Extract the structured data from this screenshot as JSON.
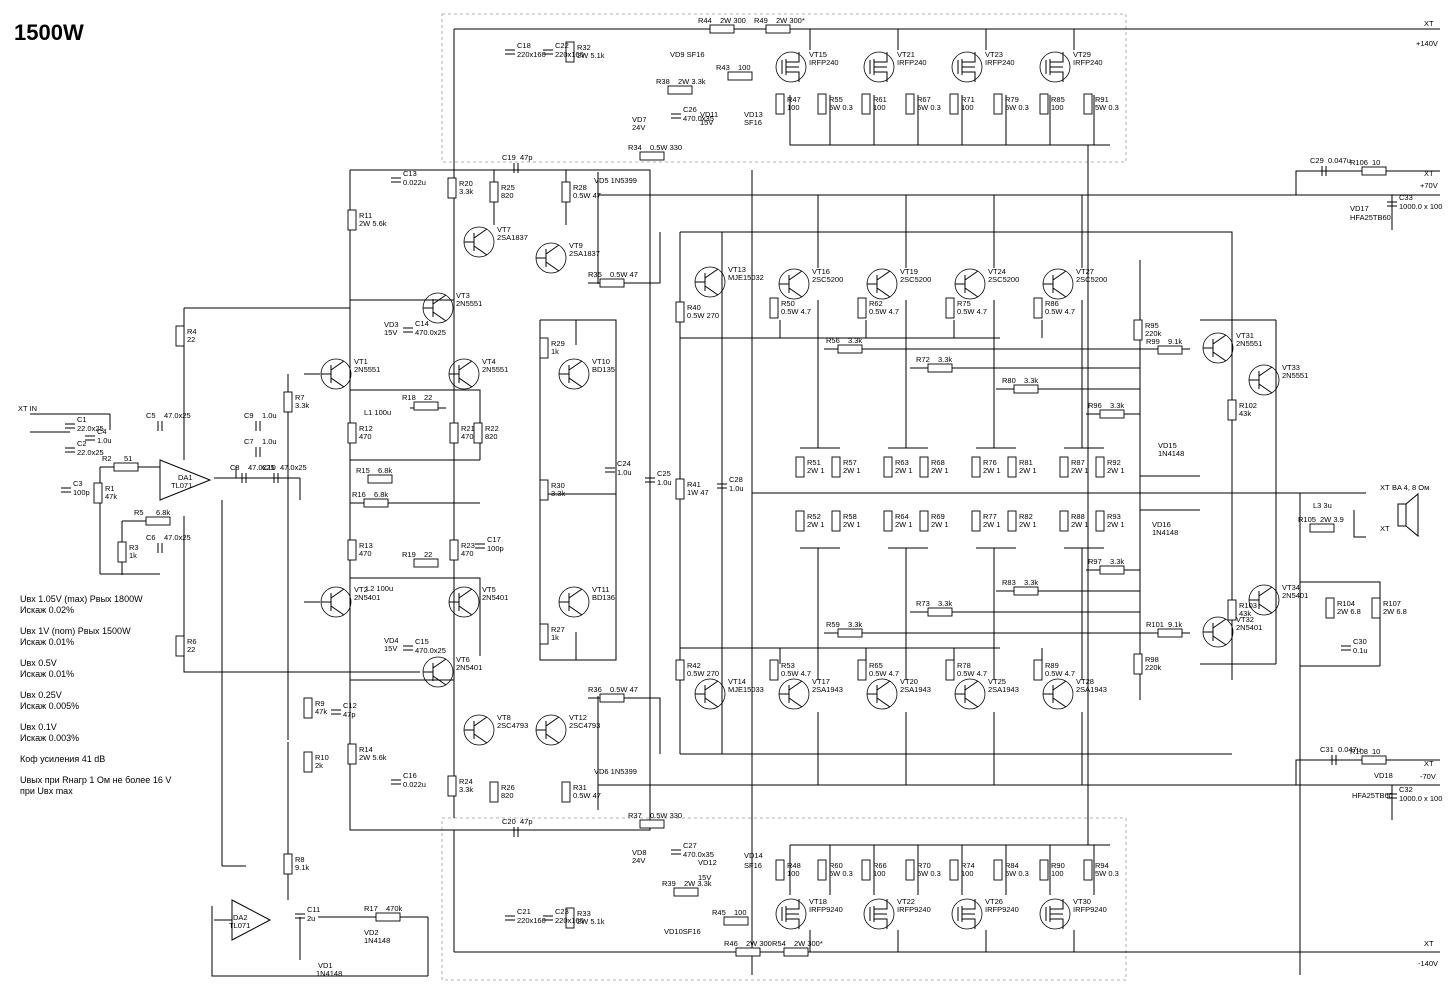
{
  "title": "1500W",
  "specs": [
    "Uвх 1.05V (max) Pвых 1800W",
    "Искаж 0.02%",
    "Uвх 1V (nom) Pвых 1500W",
    "Искаж 0.01%",
    "Uвх 0.5V",
    "Искаж 0.01%",
    "Uвх 0.25V",
    "Искаж 0.005%",
    "Uвх 0.1V",
    "Искаж 0.003%",
    "Коф усиления 41 dB",
    "Uвых при Rнагр 1 Ом не более 16 V",
    "при Uвх max"
  ],
  "rails": {
    "p140": [
      "XT",
      "+140V"
    ],
    "m140": [
      "XT",
      "-140V"
    ],
    "p70": [
      "XT",
      "+70V"
    ],
    "m70": [
      "XT",
      "-70V"
    ],
    "input": "XT IN",
    "speaker": [
      "XT",
      "BA 4, 8 Ом",
      "XT"
    ]
  },
  "diodes": [
    [
      "VD9 SF16",
      670,
      57
    ],
    [
      "VD7",
      632,
      122
    ],
    [
      "24V",
      632,
      130
    ],
    [
      "VD11",
      700,
      117
    ],
    [
      "15V",
      700,
      125
    ],
    [
      "VD13",
      744,
      117
    ],
    [
      "SF16",
      744,
      125
    ],
    [
      "VD5 1N5399",
      594,
      183
    ],
    [
      "VD6 1N5399",
      594,
      774
    ],
    [
      "VD3",
      384,
      327
    ],
    [
      "15V",
      384,
      335
    ],
    [
      "VD4",
      384,
      643
    ],
    [
      "15V",
      384,
      651
    ],
    [
      "VD17",
      1350,
      211
    ],
    [
      "HFA25TB60",
      1350,
      220
    ],
    [
      "VD18",
      1374,
      778
    ],
    [
      "HFA25TB60",
      1352,
      798
    ],
    [
      "VD15",
      1158,
      448
    ],
    [
      "1N4148",
      1158,
      456
    ],
    [
      "VD16",
      1152,
      527
    ],
    [
      "1N4148",
      1152,
      535
    ],
    [
      "VD8",
      632,
      855
    ],
    [
      "24V",
      632,
      863
    ],
    [
      "VD12",
      698,
      865
    ],
    [
      "15V",
      698,
      880
    ],
    [
      "VD14",
      744,
      858
    ],
    [
      "SF16",
      744,
      868
    ],
    [
      "VD10SF16",
      664,
      934
    ],
    [
      "VD1",
      318,
      968
    ],
    [
      "1N4148",
      316,
      976
    ],
    [
      "VD2",
      364,
      935
    ],
    [
      "1N4148",
      364,
      943
    ]
  ],
  "chips": [
    [
      "DA1",
      178,
      480
    ],
    [
      "TL071",
      171,
      488
    ],
    [
      "DA2",
      233,
      920
    ],
    [
      "TL071",
      229,
      928
    ]
  ],
  "misc": [
    [
      "L3 3u",
      1313,
      508
    ],
    [
      "L1 100u",
      364,
      415
    ],
    [
      "L2 100u",
      366,
      591
    ]
  ],
  "resistors": [
    [
      722,
      29,
      "h",
      "R44",
      "2W 300"
    ],
    [
      778,
      29,
      "h",
      "R49",
      "2W 300*"
    ],
    [
      570,
      52,
      "v",
      "R32",
      "2W 5.1k"
    ],
    [
      740,
      76,
      "h",
      "R43",
      "100"
    ],
    [
      680,
      90,
      "h",
      "R38",
      "2W 3.3k"
    ],
    [
      780,
      104,
      "v",
      "R47",
      "100"
    ],
    [
      822,
      104,
      "v",
      "R55",
      "5W 0.3"
    ],
    [
      866,
      104,
      "v",
      "R61",
      "100"
    ],
    [
      910,
      104,
      "v",
      "R67",
      "5W 0.3"
    ],
    [
      954,
      104,
      "v",
      "R71",
      "100"
    ],
    [
      998,
      104,
      "v",
      "R79",
      "5W 0.3"
    ],
    [
      1044,
      104,
      "v",
      "R85",
      "100"
    ],
    [
      1088,
      104,
      "v",
      "R91",
      "5W 0.3"
    ],
    [
      652,
      156,
      "h",
      "R34",
      "0.5W 330"
    ],
    [
      452,
      188,
      "v",
      "R20",
      "3.3k"
    ],
    [
      494,
      192,
      "v",
      "R25",
      "820"
    ],
    [
      566,
      192,
      "v",
      "R28",
      "0.5W 47"
    ],
    [
      352,
      220,
      "v",
      "R11",
      "2W 5.6k"
    ],
    [
      612,
      283,
      "h",
      "R35",
      "0.5W 47"
    ],
    [
      180,
      336,
      "v",
      "R4",
      "22"
    ],
    [
      544,
      348,
      "v",
      "R29",
      "1k"
    ],
    [
      680,
      312,
      "v",
      "R40",
      "0.5W 270"
    ],
    [
      774,
      308,
      "v",
      "R50",
      "0.5W 4.7"
    ],
    [
      862,
      308,
      "v",
      "R62",
      "0.5W 4.7"
    ],
    [
      950,
      308,
      "v",
      "R75",
      "0.5W 4.7"
    ],
    [
      1038,
      308,
      "v",
      "R86",
      "0.5W 4.7"
    ],
    [
      850,
      349,
      "h",
      "R56",
      "3.3k"
    ],
    [
      1138,
      330,
      "v",
      "R95",
      "220k"
    ],
    [
      1170,
      350,
      "h",
      "R99",
      "9.1k"
    ],
    [
      940,
      368,
      "h",
      "R72",
      "3.3k"
    ],
    [
      1026,
      389,
      "h",
      "R80",
      "3.3k"
    ],
    [
      288,
      402,
      "v",
      "R7",
      "3.3k"
    ],
    [
      426,
      406,
      "h",
      "R18",
      "22"
    ],
    [
      1232,
      410,
      "v",
      "R102",
      "43k"
    ],
    [
      1112,
      414,
      "h",
      "R96",
      "3.3k"
    ],
    [
      352,
      433,
      "v",
      "R12",
      "470"
    ],
    [
      454,
      433,
      "v",
      "R21",
      "470"
    ],
    [
      478,
      433,
      "v",
      "R22",
      "820"
    ],
    [
      126,
      467,
      "h",
      "R2",
      "51"
    ],
    [
      98,
      493,
      "v",
      "R1",
      "47k"
    ],
    [
      380,
      479,
      "h",
      "R15",
      "6.8k"
    ],
    [
      680,
      489,
      "v",
      "R41",
      "1W 47"
    ],
    [
      544,
      490,
      "v",
      "R30",
      "3.3k"
    ],
    [
      800,
      467,
      "v",
      "R51",
      "2W 1"
    ],
    [
      836,
      467,
      "v",
      "R57",
      "2W 1"
    ],
    [
      888,
      467,
      "v",
      "R63",
      "2W 1"
    ],
    [
      924,
      467,
      "v",
      "R68",
      "2W 1"
    ],
    [
      976,
      467,
      "v",
      "R76",
      "2W 1"
    ],
    [
      1012,
      467,
      "v",
      "R81",
      "2W 1"
    ],
    [
      1064,
      467,
      "v",
      "R87",
      "2W 1"
    ],
    [
      1100,
      467,
      "v",
      "R92",
      "2W 1"
    ],
    [
      376,
      503,
      "h",
      "R16",
      "6.8k"
    ],
    [
      1322,
      528,
      "h",
      "R105",
      "2W 3.9"
    ],
    [
      800,
      521,
      "v",
      "R52",
      "2W 1"
    ],
    [
      836,
      521,
      "v",
      "R58",
      "2W 1"
    ],
    [
      888,
      521,
      "v",
      "R64",
      "2W 1"
    ],
    [
      924,
      521,
      "v",
      "R69",
      "2W 1"
    ],
    [
      976,
      521,
      "v",
      "R77",
      "2W 1"
    ],
    [
      1012,
      521,
      "v",
      "R82",
      "2W 1"
    ],
    [
      1064,
      521,
      "v",
      "R88",
      "2W 1"
    ],
    [
      1100,
      521,
      "v",
      "R93",
      "2W 1"
    ],
    [
      158,
      521,
      "h",
      "R5",
      "6.8k"
    ],
    [
      122,
      552,
      "v",
      "R3",
      "1k"
    ],
    [
      352,
      550,
      "v",
      "R13",
      "470"
    ],
    [
      454,
      550,
      "v",
      "R23",
      "470"
    ],
    [
      426,
      563,
      "h",
      "R19",
      "22"
    ],
    [
      1112,
      570,
      "h",
      "R97",
      "3.3k"
    ],
    [
      1026,
      591,
      "h",
      "R83",
      "3.3k"
    ],
    [
      940,
      612,
      "h",
      "R73",
      "3.3k"
    ],
    [
      1330,
      608,
      "v",
      "R104",
      "2W 6.8"
    ],
    [
      1376,
      608,
      "v",
      "R107",
      "2W 6.8"
    ],
    [
      1232,
      610,
      "v",
      "R103",
      "43k"
    ],
    [
      1170,
      633,
      "h",
      "R101",
      "9.1k"
    ],
    [
      850,
      633,
      "h",
      "R59",
      "3.3k"
    ],
    [
      544,
      634,
      "v",
      "R27",
      "1k"
    ],
    [
      180,
      646,
      "v",
      "R6",
      "22"
    ],
    [
      1138,
      664,
      "v",
      "R98",
      "220k"
    ],
    [
      680,
      670,
      "v",
      "R42",
      "0.5W 270"
    ],
    [
      774,
      670,
      "v",
      "R53",
      "0.5W 4.7"
    ],
    [
      862,
      670,
      "v",
      "R65",
      "0.5W 4.7"
    ],
    [
      950,
      670,
      "v",
      "R78",
      "0.5W 4.7"
    ],
    [
      1038,
      670,
      "v",
      "R89",
      "0.5W 4.7"
    ],
    [
      612,
      698,
      "h",
      "R36",
      "0.5W 47"
    ],
    [
      308,
      708,
      "v",
      "R9",
      "47k"
    ],
    [
      308,
      762,
      "v",
      "R10",
      "2k"
    ],
    [
      352,
      754,
      "v",
      "R14",
      "2W 5.6k"
    ],
    [
      452,
      786,
      "v",
      "R24",
      "3.3k"
    ],
    [
      494,
      792,
      "v",
      "R26",
      "820"
    ],
    [
      566,
      792,
      "v",
      "R31",
      "0.5W 47"
    ],
    [
      652,
      824,
      "h",
      "R37",
      "0.5W 330"
    ],
    [
      780,
      870,
      "v",
      "R48",
      "100"
    ],
    [
      822,
      870,
      "v",
      "R60",
      "5W 0.3"
    ],
    [
      866,
      870,
      "v",
      "R66",
      "100"
    ],
    [
      910,
      870,
      "v",
      "R70",
      "5W 0.3"
    ],
    [
      954,
      870,
      "v",
      "R74",
      "100"
    ],
    [
      998,
      870,
      "v",
      "R84",
      "5W 0.3"
    ],
    [
      1044,
      870,
      "v",
      "R90",
      "100"
    ],
    [
      1088,
      870,
      "v",
      "R94",
      "5W 0.3"
    ],
    [
      288,
      864,
      "v",
      "R8",
      "9.1k"
    ],
    [
      686,
      892,
      "h",
      "R39",
      "2W 3.3k"
    ],
    [
      736,
      921,
      "h",
      "R45",
      "100"
    ],
    [
      570,
      918,
      "v",
      "R33",
      "2W 5.1k"
    ],
    [
      388,
      917,
      "h",
      "R17",
      "470k"
    ],
    [
      748,
      952,
      "h",
      "R46",
      "2W 300"
    ],
    [
      796,
      952,
      "h",
      "R54",
      "2W 300*"
    ],
    [
      1374,
      171,
      "h",
      "R106",
      "10"
    ],
    [
      1374,
      760,
      "h",
      "R108",
      "10"
    ]
  ],
  "transistors": [
    [
      791,
      67,
      "VT15",
      "IRFP240",
      "fet"
    ],
    [
      879,
      67,
      "VT21",
      "IRFP240",
      "fet"
    ],
    [
      967,
      67,
      "VT23",
      "IRFP240",
      "fet"
    ],
    [
      1055,
      67,
      "VT29",
      "IRFP240",
      "fet"
    ],
    [
      479,
      242,
      "VT7",
      "2SA1837",
      "pnp"
    ],
    [
      551,
      258,
      "VT9",
      "2SA1837",
      "pnp"
    ],
    [
      438,
      308,
      "VT3",
      "2N5551",
      "npn"
    ],
    [
      336,
      374,
      "VT1",
      "2N5551",
      "npn"
    ],
    [
      464,
      374,
      "VT4",
      "2N5551",
      "npn"
    ],
    [
      574,
      374,
      "VT10",
      "BD135",
      "npn"
    ],
    [
      710,
      282,
      "VT13",
      "MJE15032",
      "npn"
    ],
    [
      794,
      284,
      "VT16",
      "2SC5200",
      "npn"
    ],
    [
      882,
      284,
      "VT19",
      "2SC5200",
      "npn"
    ],
    [
      970,
      284,
      "VT24",
      "2SC5200",
      "npn"
    ],
    [
      1058,
      284,
      "VT27",
      "2SC5200",
      "npn"
    ],
    [
      1218,
      348,
      "VT31",
      "2N5551",
      "npn"
    ],
    [
      1264,
      380,
      "VT33",
      "2N5551",
      "npn"
    ],
    [
      336,
      602,
      "VT2",
      "2N5401",
      "pnp"
    ],
    [
      464,
      602,
      "VT5",
      "2N5401",
      "pnp"
    ],
    [
      574,
      602,
      "VT11",
      "BD136",
      "pnp"
    ],
    [
      438,
      672,
      "VT6",
      "2N5401",
      "pnp"
    ],
    [
      1264,
      600,
      "VT34",
      "2N5401",
      "pnp"
    ],
    [
      1218,
      632,
      "VT32",
      "2N5401",
      "pnp"
    ],
    [
      710,
      694,
      "VT14",
      "MJE15033",
      "pnp"
    ],
    [
      794,
      694,
      "VT17",
      "2SA1943",
      "pnp"
    ],
    [
      882,
      694,
      "VT20",
      "2SA1943",
      "pnp"
    ],
    [
      970,
      694,
      "VT25",
      "2SA1943",
      "pnp"
    ],
    [
      1058,
      694,
      "VT28",
      "2SA1943",
      "pnp"
    ],
    [
      479,
      730,
      "VT8",
      "2SC4793",
      "npn"
    ],
    [
      551,
      730,
      "VT12",
      "2SC4793",
      "npn"
    ],
    [
      791,
      914,
      "VT18",
      "IRFP9240",
      "fet"
    ],
    [
      879,
      914,
      "VT22",
      "IRFP9240",
      "fet"
    ],
    [
      967,
      914,
      "VT26",
      "IRFP9240",
      "fet"
    ],
    [
      1055,
      914,
      "VT30",
      "IRFP9240",
      "fet"
    ]
  ],
  "capacitors": [
    [
      510,
      52,
      "v",
      "C18",
      "220x160"
    ],
    [
      548,
      52,
      "v",
      "C22",
      "220x160"
    ],
    [
      676,
      116,
      "v",
      "C26",
      "470.0x35"
    ],
    [
      516,
      168,
      "h",
      "C19",
      "47p"
    ],
    [
      396,
      180,
      "v",
      "C13",
      "0.022u"
    ],
    [
      408,
      330,
      "v",
      "C14",
      "470.0x25"
    ],
    [
      70,
      426,
      "v",
      "C1",
      "22.0x25"
    ],
    [
      90,
      438,
      "v",
      "C4",
      "1.0u"
    ],
    [
      70,
      450,
      "v",
      "C2",
      "22.0x25"
    ],
    [
      160,
      426,
      "h",
      "C5",
      "47.0x25"
    ],
    [
      258,
      426,
      "h",
      "C9",
      "1.0u"
    ],
    [
      258,
      452,
      "h",
      "C7",
      "1.0u"
    ],
    [
      66,
      490,
      "v",
      "C3",
      "100p"
    ],
    [
      244,
      478,
      "h",
      "C8",
      "47.0x25"
    ],
    [
      276,
      478,
      "h",
      "C10",
      "47.0x25"
    ],
    [
      610,
      470,
      "v",
      "C24",
      "1.0u"
    ],
    [
      650,
      480,
      "v",
      "C25",
      "1.0u"
    ],
    [
      722,
      486,
      "v",
      "C28",
      "1.0u"
    ],
    [
      480,
      546,
      "v",
      "C17",
      "100p"
    ],
    [
      160,
      548,
      "h",
      "C6",
      "47.0x25"
    ],
    [
      408,
      648,
      "v",
      "C15",
      "470.0x25"
    ],
    [
      1346,
      648,
      "v",
      "C30",
      "0.1u"
    ],
    [
      336,
      712,
      "v",
      "C12",
      "47p"
    ],
    [
      396,
      782,
      "v",
      "C16",
      "0.022u"
    ],
    [
      516,
      832,
      "h",
      "C20",
      "47p"
    ],
    [
      676,
      852,
      "v",
      "C27",
      "470.0x35"
    ],
    [
      300,
      916,
      "v",
      "C11",
      "2u"
    ],
    [
      510,
      918,
      "v",
      "C21",
      "220x160"
    ],
    [
      548,
      918,
      "v",
      "C23",
      "220x160"
    ],
    [
      1324,
      171,
      "h",
      "C29",
      "0.047u"
    ],
    [
      1392,
      204,
      "v",
      "C33",
      "1000.0 x 100"
    ],
    [
      1334,
      760,
      "h",
      "C31",
      "0.047u"
    ],
    [
      1392,
      796,
      "v",
      "C32",
      "1000.0 x 100"
    ]
  ]
}
